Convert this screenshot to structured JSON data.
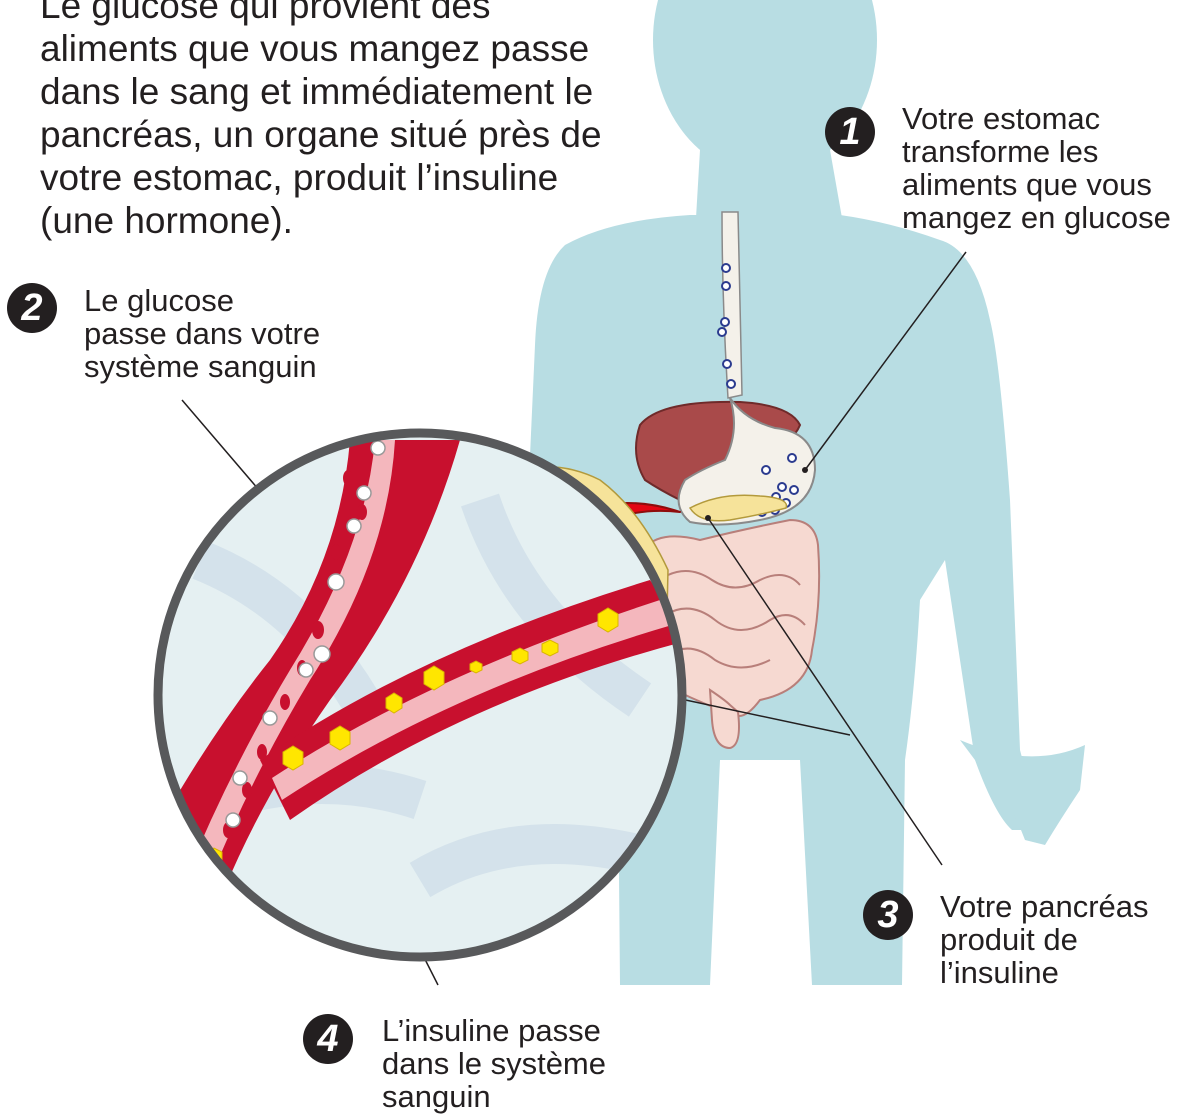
{
  "intro_text": "Le glucose qui provient des\naliments que vous mangez passe\ndans le sang et immédiatement le\npancréas, un organe situé près de\nvotre estomac, produit l’insuline\n(une hormone).",
  "steps": [
    {
      "number": "1",
      "text": "Votre estomac\ntransforme les\naliments que vous\nmangez en glucose"
    },
    {
      "number": "2",
      "text": "Le glucose\npasse dans votre\nsystème sanguin"
    },
    {
      "number": "3",
      "text": "Votre pancréas\nproduit de\nl’insuline"
    },
    {
      "number": "4",
      "text": "L’insuline passe\ndans le système\nsanguin"
    }
  ],
  "colors": {
    "body_silhouette": "#b8dde3",
    "blood_vessel": "#c8102e",
    "vessel_lumen": "#f4b7bd",
    "insulin": "#ffe600",
    "pancreas": "#f6e39a",
    "arrow": "#e30613",
    "liver": "#a94a4a"
  }
}
